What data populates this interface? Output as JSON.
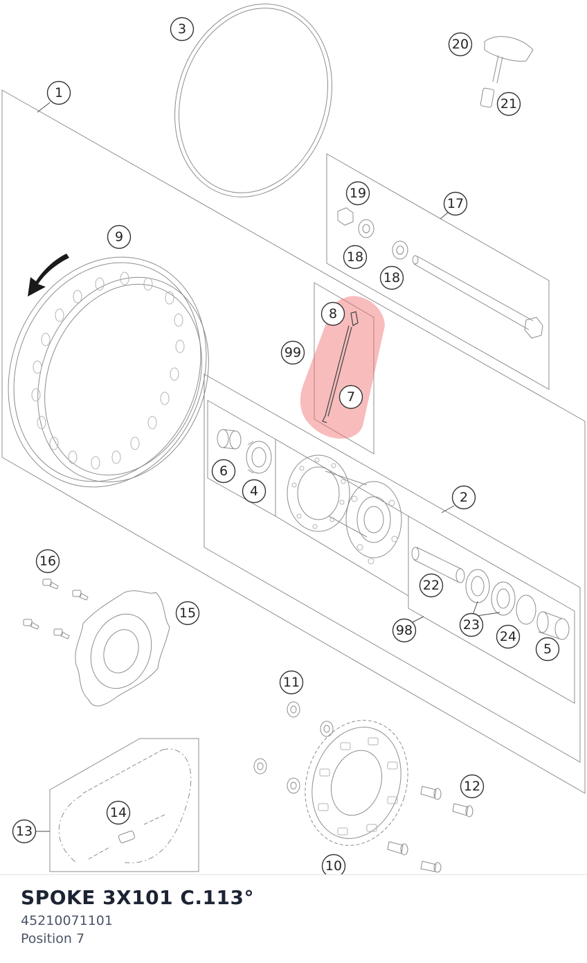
{
  "diagram": {
    "callouts": [
      "1",
      "2",
      "3",
      "4",
      "5",
      "6",
      "7",
      "8",
      "9",
      "10",
      "11",
      "12",
      "13",
      "14",
      "15",
      "16",
      "17",
      "18",
      "18",
      "19",
      "20",
      "21",
      "22",
      "23",
      "24",
      "98",
      "99"
    ],
    "highlight_color": "#f06b6b",
    "highlighted_positions": [
      "7",
      "8"
    ]
  },
  "part": {
    "name": "SPOKE 3X101 C.113°",
    "number": "45210071101",
    "position": "Position 7"
  }
}
